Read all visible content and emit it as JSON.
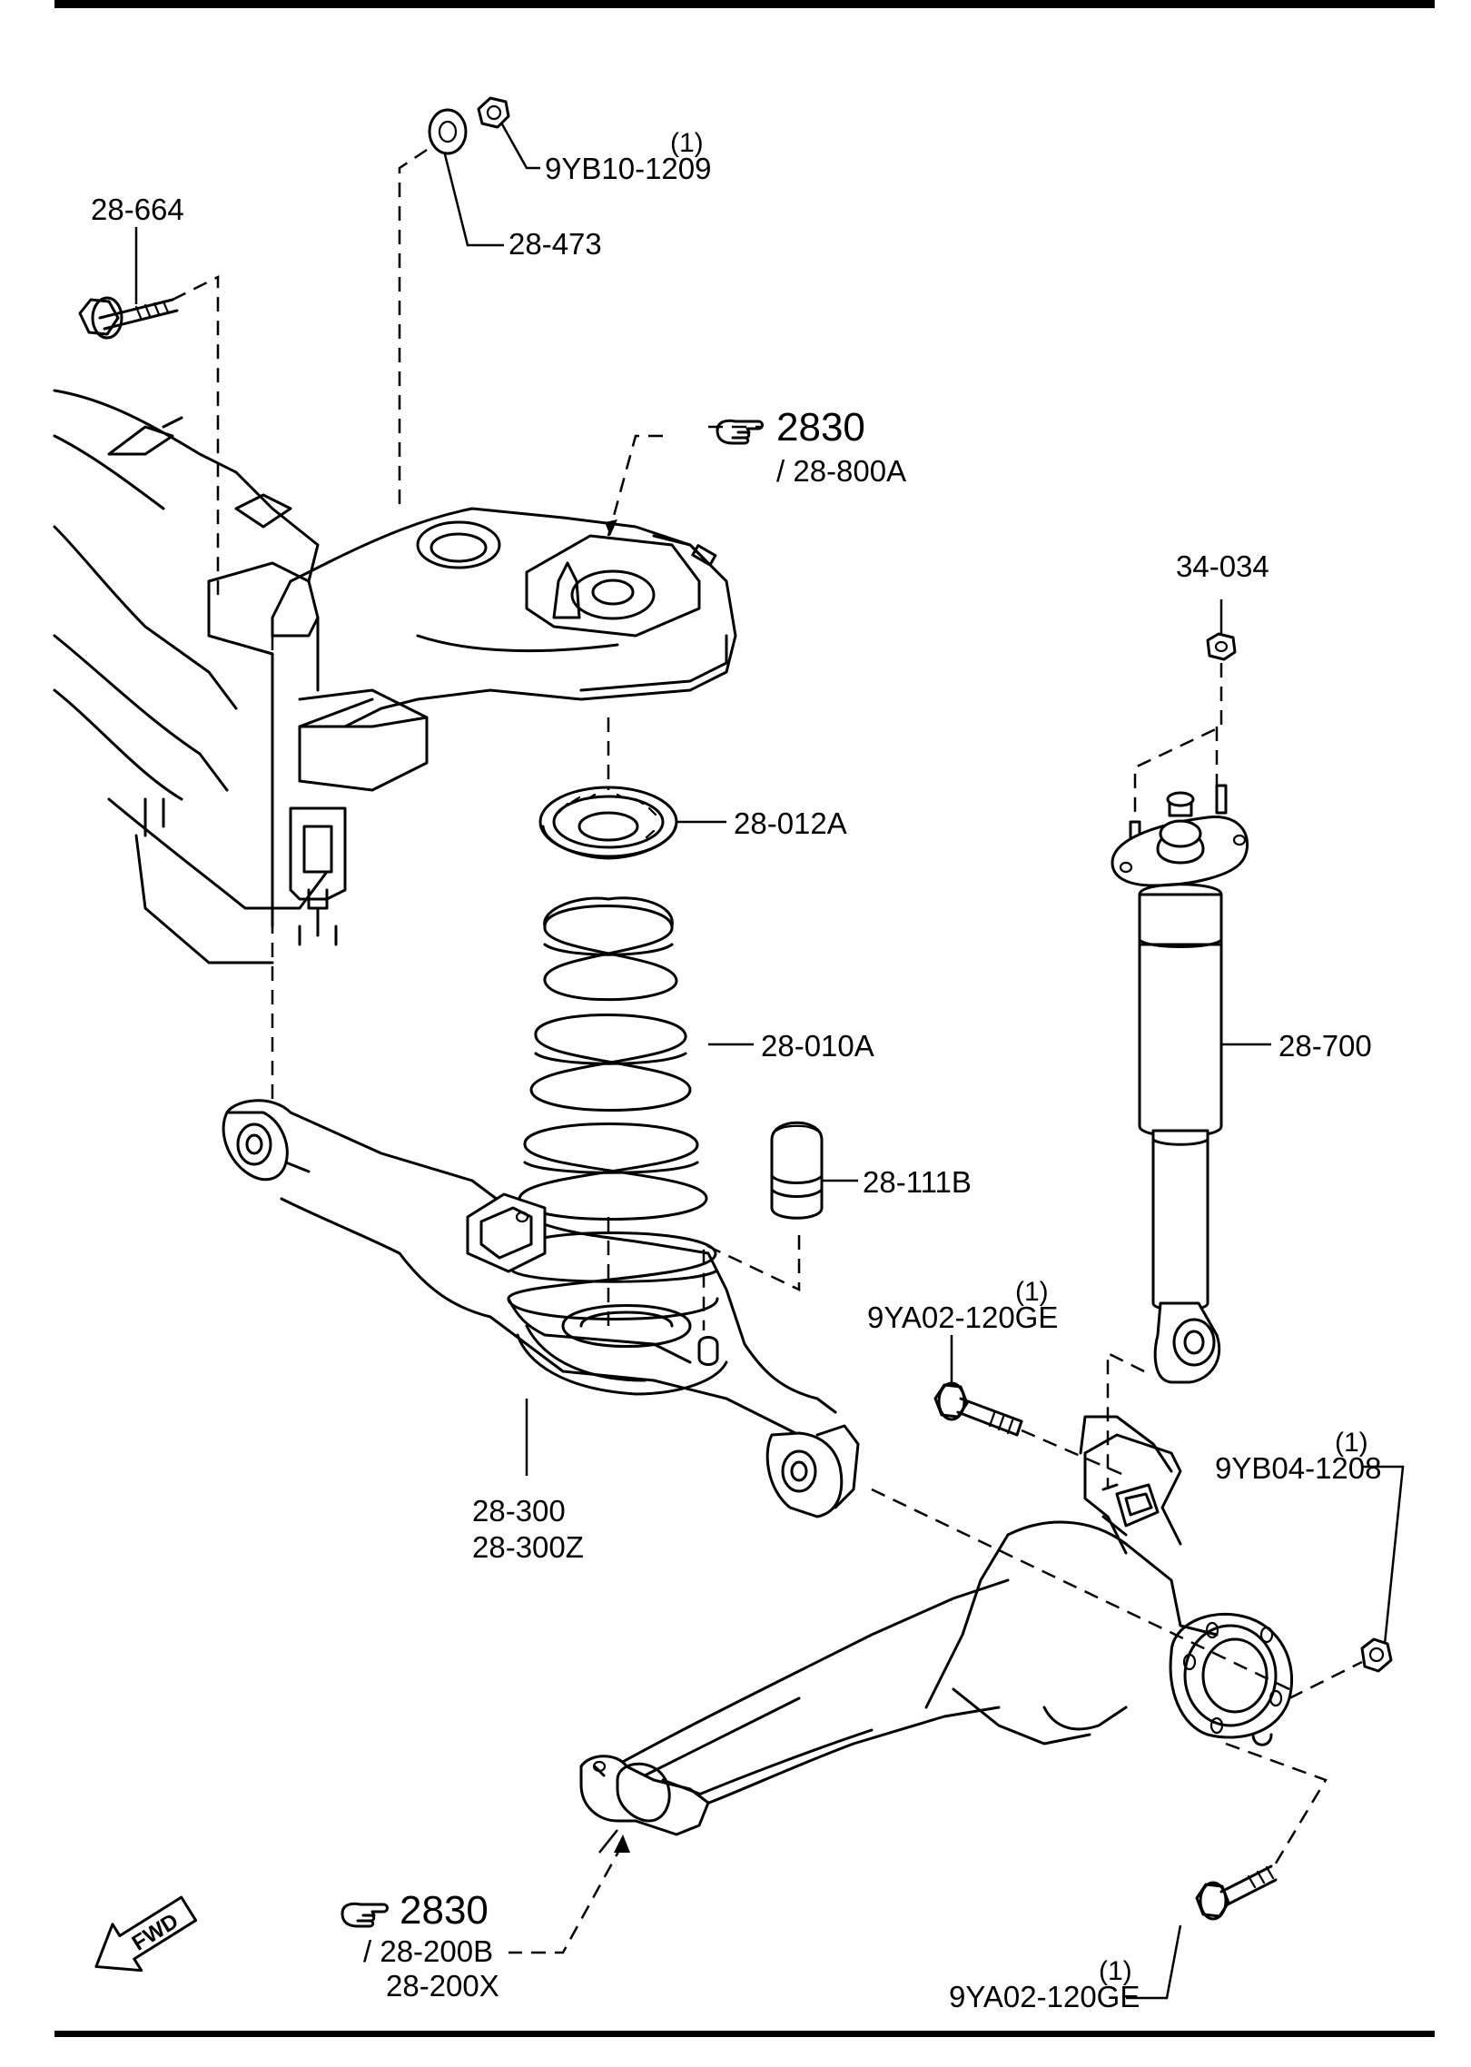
{
  "frame": {
    "line_color": "#000000",
    "background": "#ffffff"
  },
  "labels": {
    "bolt_upper_mount": "28-664",
    "washer_upper": "28-473",
    "nut_upper_part": "9YB10-1209",
    "nut_upper_qty": "(1)",
    "crossmember_ref": "2830",
    "crossmember_part": "/ 28-800A",
    "spring_seat": "28-012A",
    "coil_spring": "28-010A",
    "bump_stop": "28-111B",
    "shock_nut": "34-034",
    "shock_absorber": "28-700",
    "lower_arm_part_1": "28-300",
    "lower_arm_part_2": "28-300Z",
    "bolt_shock_part": "9YA02-120GE",
    "bolt_shock_qty": "(1)",
    "nut_knuckle_part": "9YB04-1208",
    "nut_knuckle_qty": "(1)",
    "trailing_arm_ref": "2830",
    "trailing_arm_part_1": "/ 28-200B",
    "trailing_arm_part_2": "28-200X",
    "bolt_lower_part": "9YA02-120GE",
    "bolt_lower_qty": "(1)",
    "fwd_arrow": "FWD"
  },
  "icons": {
    "reference": "pointing-hand-icon",
    "direction": "forward-arrow-icon"
  }
}
